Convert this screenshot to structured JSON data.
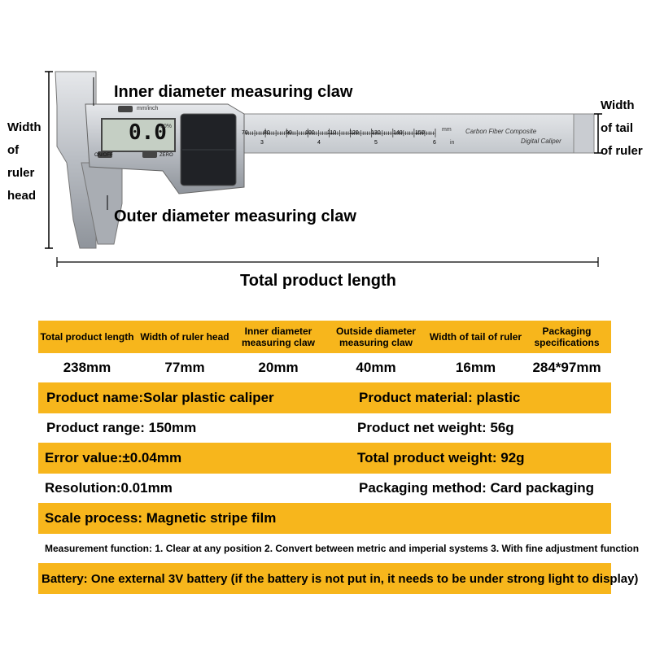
{
  "diagram": {
    "inner_claw_label": "Inner diameter measuring claw",
    "outer_claw_label": "Outer diameter measuring claw",
    "total_length_label": "Total product length",
    "head_width_label": [
      "Width",
      "of",
      "ruler",
      "head"
    ],
    "tail_width_label": [
      "Width",
      "of tail",
      "of ruler"
    ],
    "display_value": "0.0",
    "display_unit": "mm/inch",
    "display_small": "00%",
    "btn_onoff": "ON/OFF",
    "btn_zero": "ZERO",
    "beam_text_1": "Carbon Fiber Composite",
    "beam_text_2": "Digital Caliper",
    "unit_mm": "mm",
    "unit_in": "in",
    "mm_scale": [
      "70",
      "80",
      "90",
      "100",
      "110",
      "120",
      "130",
      "140",
      "150"
    ],
    "in_scale": [
      "3",
      "4",
      "5",
      "6"
    ]
  },
  "table": {
    "headers": [
      "Total product length",
      "Width of ruler head",
      "Inner diameter measuring claw",
      "Outside diameter measuring claw",
      "Width of tail of ruler",
      "Packaging specifications"
    ],
    "values": [
      "238mm",
      "77mm",
      "20mm",
      "40mm",
      "16mm",
      "284*97mm"
    ],
    "product_name": "Product name:Solar plastic caliper",
    "product_material": "Product material: plastic",
    "product_range": "Product range: 150mm",
    "net_weight": "Product net weight: 56g",
    "error_value": "Error value:±0.04mm",
    "total_weight": "Total product weight: 92g",
    "resolution": "Resolution:0.01mm",
    "packaging_method": "Packaging method: Card packaging",
    "scale_process": "Scale process: Magnetic stripe film",
    "measurement_function": "Measurement function: 1. Clear at any position 2. Convert between metric and imperial systems 3. With fine adjustment function",
    "battery": "Battery: One external 3V battery (if the battery is not put in, it needs to be under strong light to display)"
  },
  "colors": {
    "accent": "#f7b61c",
    "caliper_body": "#b8bcc2",
    "lcd": "#c5cfc4"
  }
}
